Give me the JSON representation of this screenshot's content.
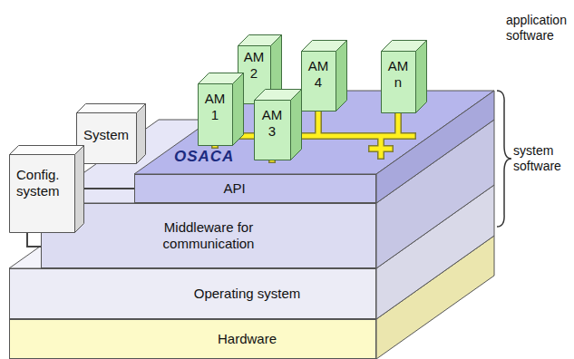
{
  "diagram": {
    "nodes": [
      {
        "text": [
          "AM 1"
        ]
      },
      {
        "text": [
          "AM 2"
        ]
      },
      {
        "text": [
          "AM 3"
        ]
      },
      {
        "text": [
          "AM 4"
        ]
      },
      {
        "text": [
          "AM n"
        ]
      },
      {
        "text": [
          "System"
        ]
      },
      {
        "text": [
          "Config. system"
        ]
      },
      {
        "text": [
          "API"
        ]
      },
      {
        "text": [
          "Middleware for communication"
        ]
      },
      {
        "text": [
          "Operating system"
        ]
      },
      {
        "text": [
          "Hardware"
        ]
      }
    ],
    "edges": [
      {
        "from": 6,
        "to": 7,
        "arrow": "none"
      },
      {
        "from": 6,
        "to": 8,
        "arrow": "none"
      }
    ],
    "labels": [
      "OSACA",
      "application software",
      "system software"
    ]
  }
}
